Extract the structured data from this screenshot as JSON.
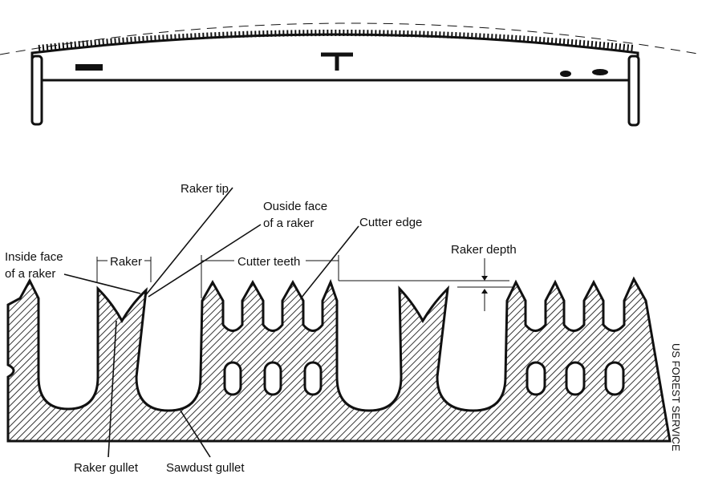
{
  "labels": {
    "raker_tip": "Raker tip",
    "outside_face_1": "Ouside face",
    "outside_face_2": "of a raker",
    "cutter_edge": "Cutter edge",
    "inside_face_1": "Inside  face",
    "inside_face_2": "of a raker",
    "raker": "Raker",
    "cutter_teeth": "Cutter teeth",
    "raker_depth": "Raker depth",
    "raker_gullet": "Raker gullet",
    "sawdust_gullet": "Sawdust gullet",
    "credit": "US FOREST SERVICE"
  },
  "colors": {
    "ink": "#111111",
    "background": "#ffffff"
  }
}
